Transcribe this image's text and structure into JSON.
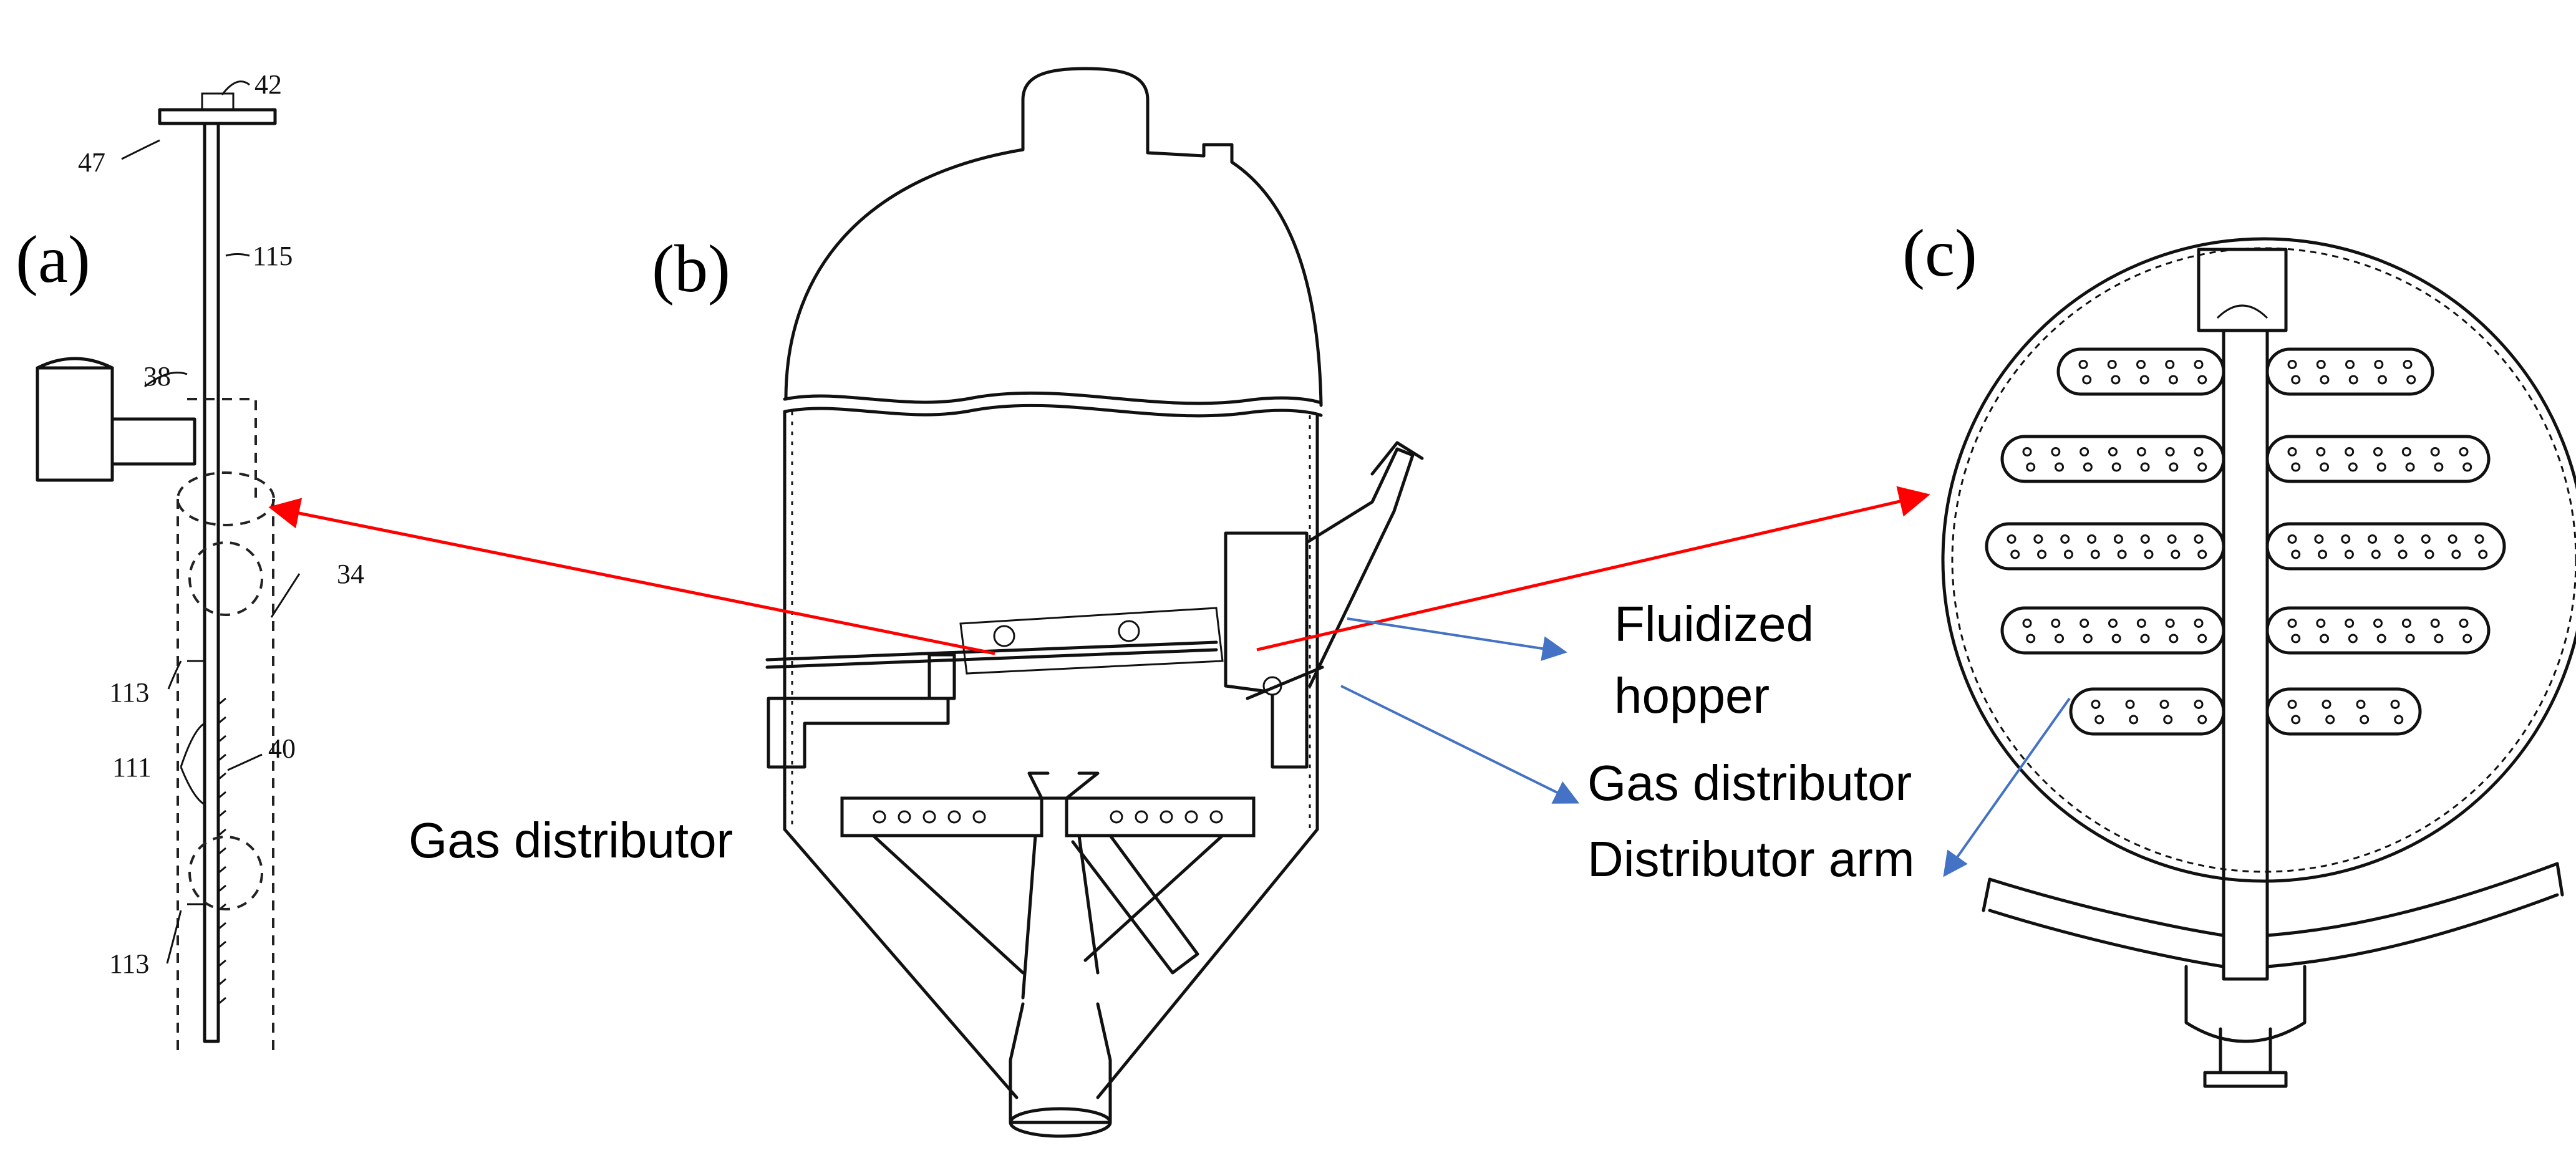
{
  "panels": {
    "a": "(a)",
    "b": "(b)",
    "c": "(c)"
  },
  "part_numbers": {
    "n42": "42",
    "n47": "47",
    "n115": "115",
    "n38": "38",
    "n34": "34",
    "n113_top": "113",
    "n111": "111",
    "n40": "40",
    "n113_bottom": "113"
  },
  "callouts": {
    "gas_distributor_left": "Gas distributor",
    "fluidized_line1": "Fluidized",
    "fluidized_line2": "hopper",
    "gas_distributor_right": "Gas distributor",
    "distributor_arm": "Distributor arm"
  },
  "colors": {
    "red_arrow": "#ff0000",
    "blue_arrow": "#4472c4",
    "ink": "#111111"
  }
}
